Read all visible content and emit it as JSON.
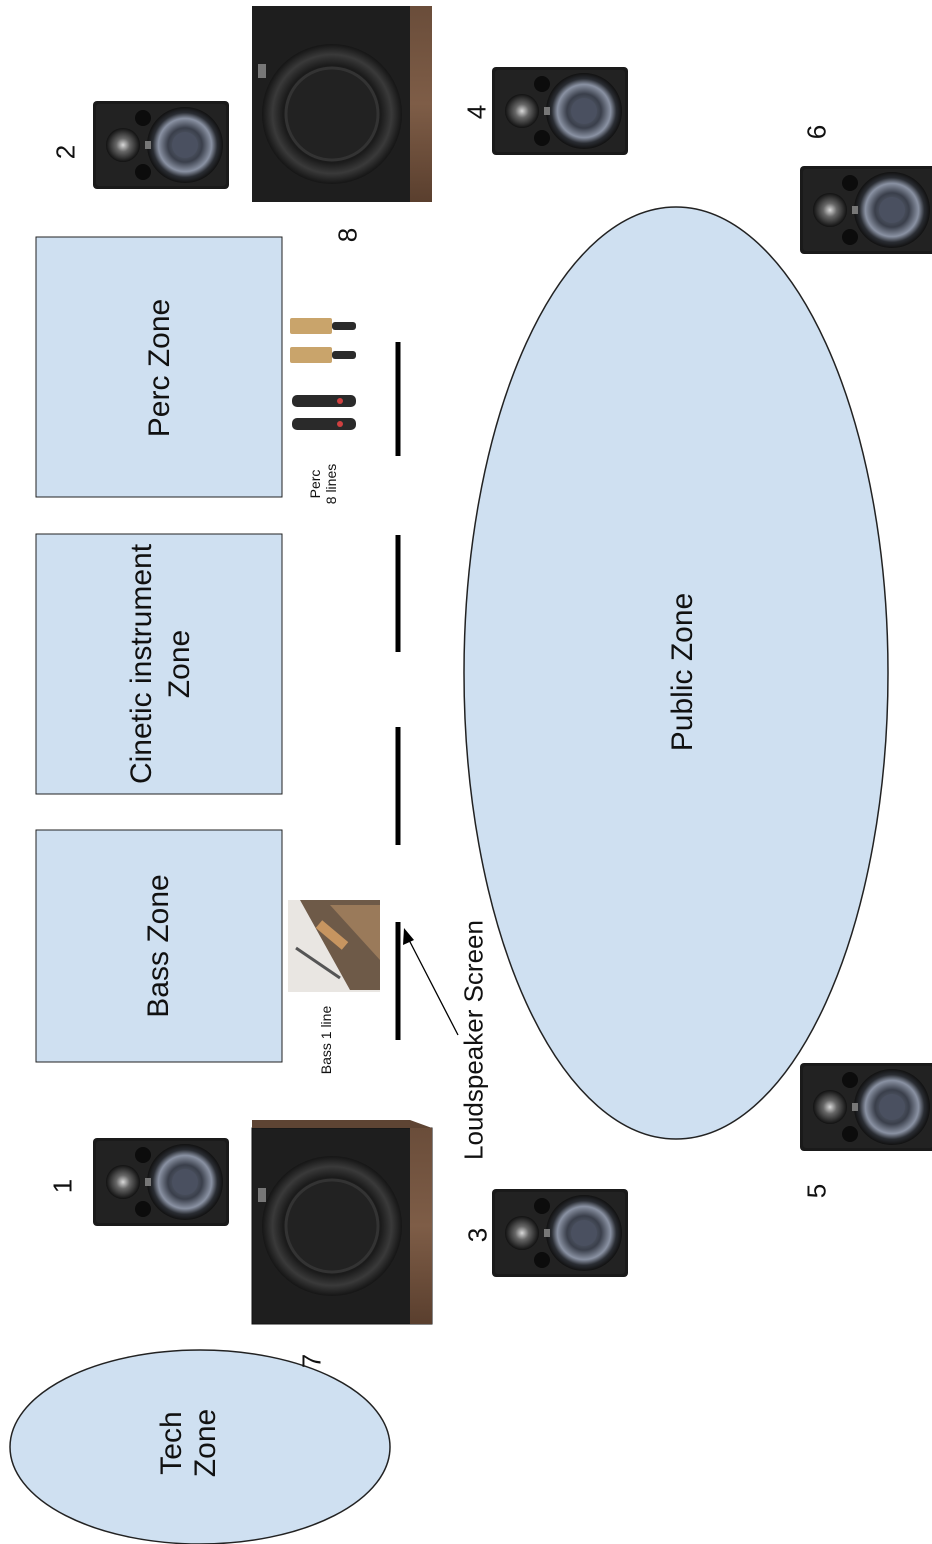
{
  "zones": {
    "bass": "Bass Zone",
    "cinetic_line1": "Cinetic instrument",
    "cinetic_line2": "Zone",
    "perc": "Perc Zone",
    "public": "Public Zone",
    "tech_line1": "Tech",
    "tech_line2": "Zone"
  },
  "speakers": {
    "s1": "1",
    "s2": "2",
    "s3": "3",
    "s4": "4",
    "s5": "5",
    "s6": "6",
    "s7": "7",
    "s8": "8"
  },
  "labels": {
    "loudspeaker_screen": "Loudspeaker Screen",
    "bass_lines": "Bass 1 line",
    "perc_line1": "Perc",
    "perc_line2": "8 lines"
  },
  "colors": {
    "zone_fill": "#cfe0f1",
    "outline": "#222222"
  }
}
